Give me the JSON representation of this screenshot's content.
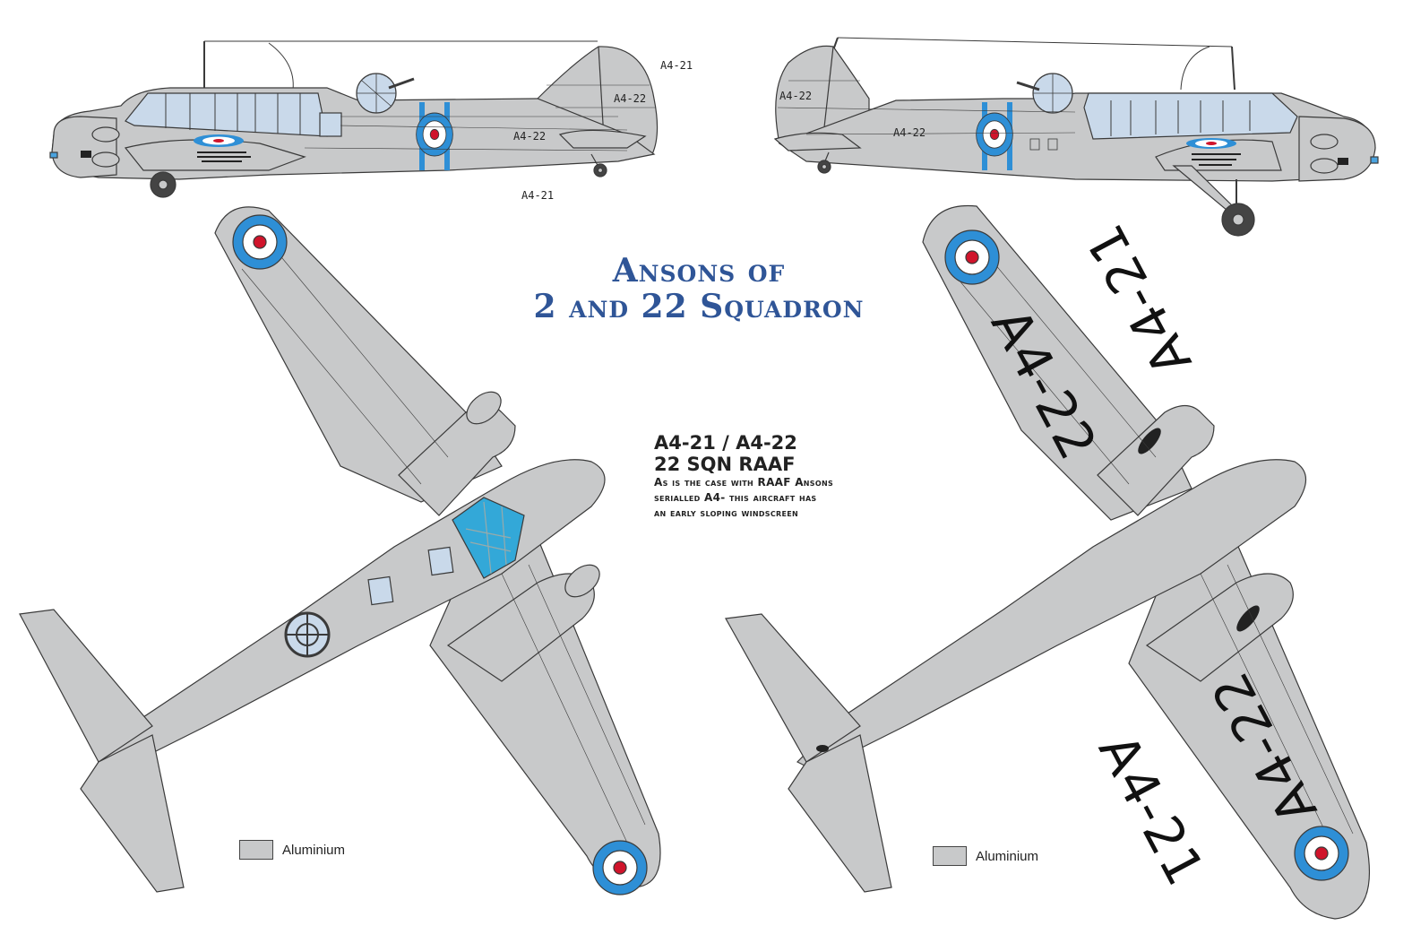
{
  "title": {
    "line1": "Ansons of",
    "line2": "2 and 22 Squadron",
    "color": "#2f5597"
  },
  "info": {
    "serials": "A4-21 / A4-22",
    "unit": "22 SQN RAAF",
    "note_lines": [
      "As is the case with RAAF Ansons",
      "serialled A4-  this aircraft has",
      "an early sloping windscreen"
    ]
  },
  "colors": {
    "aluminium": "#c8c9ca",
    "roundel_blue": "#2e8fd6",
    "roundel_white": "#ffffff",
    "roundel_red": "#d0142b",
    "glazing": "#c9d9ea",
    "upper_glazing": "#33a8d8",
    "outline": "#3a3a3a"
  },
  "views": {
    "port_side": {
      "fin_serial": "A4-22",
      "fuselage_serial": "A4-22",
      "label_above_fin": "A4-21",
      "label_below": "A4-21"
    },
    "starboard_side": {
      "fin_serial": "A4-22",
      "fuselage_serial": "A4-22"
    },
    "upper_surface": {
      "legend_label": "Aluminium"
    },
    "under_surface": {
      "serial_a4_22": "A4-22",
      "serial_a4_21": "A4-21",
      "legend_label": "Aluminium"
    }
  },
  "legend": [
    {
      "label": "Aluminium",
      "color": "#c8c9ca"
    },
    {
      "label": "Aluminium",
      "color": "#c8c9ca"
    }
  ]
}
